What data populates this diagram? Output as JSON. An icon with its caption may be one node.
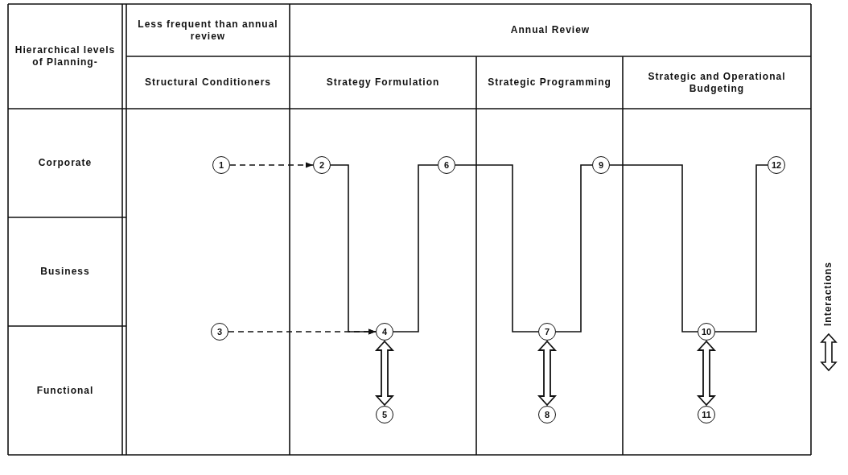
{
  "diagram": {
    "nodes": [
      {
        "text": [
          "1"
        ]
      },
      {
        "text": [
          "2"
        ]
      },
      {
        "text": [
          "3"
        ]
      },
      {
        "text": [
          "4"
        ]
      },
      {
        "text": [
          "5"
        ]
      },
      {
        "text": [
          "6"
        ]
      },
      {
        "text": [
          "7"
        ]
      },
      {
        "text": [
          "8"
        ]
      },
      {
        "text": [
          "9"
        ]
      },
      {
        "text": [
          "10"
        ]
      },
      {
        "text": [
          "11"
        ]
      },
      {
        "text": [
          "12"
        ]
      }
    ],
    "edges": [
      {
        "from": 0,
        "to": 1,
        "arrow": "to",
        "style": "dashed"
      },
      {
        "from": 1,
        "to": 3,
        "arrow": "to"
      },
      {
        "from": 2,
        "to": 3,
        "arrow": "to",
        "style": "dashed"
      },
      {
        "from": 3,
        "to": 5,
        "arrow": "none"
      },
      {
        "from": 5,
        "to": 6,
        "arrow": "none"
      },
      {
        "from": 6,
        "to": 8,
        "arrow": "none"
      },
      {
        "from": 8,
        "to": 9,
        "arrow": "none"
      },
      {
        "from": 9,
        "to": 11,
        "arrow": "none"
      },
      {
        "from": 3,
        "to": 4,
        "arrow": "both",
        "style": "thick"
      },
      {
        "from": 6,
        "to": 7,
        "arrow": "both",
        "style": "thick"
      },
      {
        "from": 9,
        "to": 10,
        "arrow": "both",
        "style": "thick"
      }
    ],
    "labels": [
      "Hierarchical levels of Planning-",
      "Less frequent than annual review",
      "Annual Review",
      "Structural Conditioners",
      "Strategy Formulation",
      "Strategic Programming",
      "Strategic and Operational Budgeting",
      "Corporate",
      "Business",
      "Functional"
    ],
    "legend": [
      {
        "text": "Interactions"
      }
    ]
  }
}
